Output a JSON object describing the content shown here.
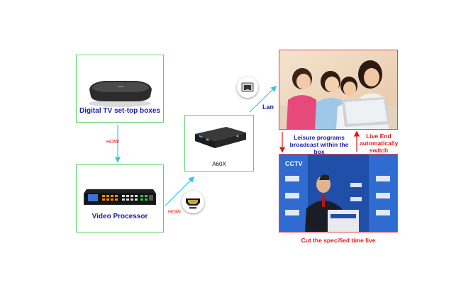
{
  "nodes": {
    "settop": {
      "label": "Digital TV set-top boxes"
    },
    "processor": {
      "label": "Video Processor"
    },
    "a60x": {
      "label": "A60X"
    },
    "leisure_photo": {
      "caption": "Leisure programs broadcast within the box"
    },
    "live_photo": {
      "caption": "Cut the specified time live"
    }
  },
  "connectors": {
    "hdmi_vertical": "HDMI",
    "hdmi_diagonal": "HDMI",
    "lan": "Lan",
    "live_end": "Live End automatically switch"
  },
  "icons": {
    "lan_port": "ethernet-port-icon",
    "hdmi_port": "hdmi-port-icon"
  },
  "colors": {
    "box_border": "#5fd36a",
    "photo_border": "#e04848",
    "label_blue": "#1c1ca8",
    "label_red": "#e01818",
    "arrow_cyan": "#35c6ea",
    "arrow_red": "#e01818"
  }
}
